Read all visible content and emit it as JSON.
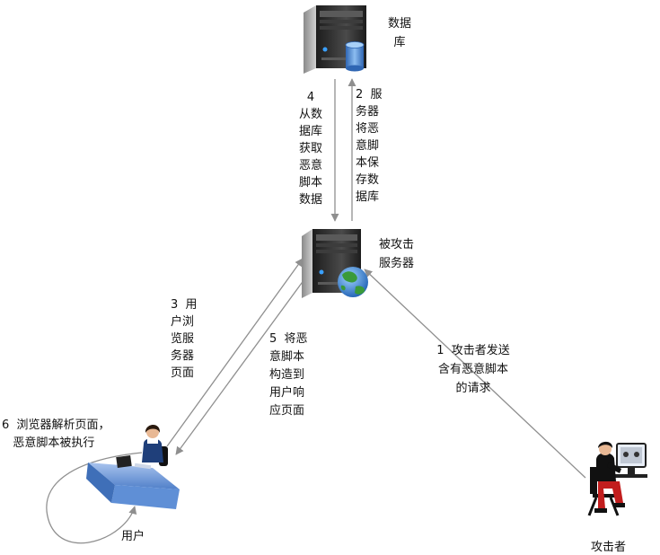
{
  "nodes": {
    "database": {
      "label": "数据\n库",
      "icon": "database-server-icon"
    },
    "server": {
      "label": "被攻击\n服务器",
      "icon": "web-server-icon"
    },
    "user": {
      "label": "用户",
      "icon": "user-at-desk-icon"
    },
    "attacker": {
      "label": "攻击者",
      "icon": "hacker-at-computer-icon"
    }
  },
  "steps": {
    "step1": "1  攻击者发送\n含有恶意脚本\n的请求",
    "step2": "2  服\n务器\n将恶\n意脚\n本保\n存数\n据库",
    "step3": "3  用\n户浏\n览服\n务器\n页面",
    "step4": "4\n从数\n据库\n获取\n恶意\n脚本\n数据",
    "step5": "5  将恶\n意脚本\n构造到\n用户响\n应页面",
    "step6": "6  浏览器解析页面，\n   恶意脚本被执行"
  },
  "colors": {
    "arrow": "#8f8f8f",
    "server_dark": "#2b2b2b",
    "server_mid": "#6b6b6b",
    "db_blue": "#4f8fd6",
    "globe_green": "#3a9a3a",
    "globe_blue": "#2d73c8",
    "desk_blue": "#5f8fd6"
  }
}
